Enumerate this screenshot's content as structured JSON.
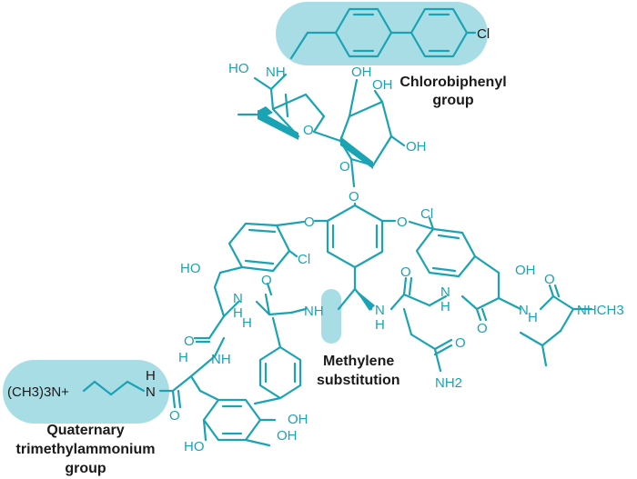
{
  "annotations": {
    "chlorobiphenyl_line1": "Chlorobiphenyl",
    "chlorobiphenyl_line2": "group",
    "methylene_line1": "Methylene",
    "methylene_line2": "substitution",
    "quaternary_line1": "Quaternary",
    "quaternary_line2": "trimethylammonium",
    "quaternary_line3": "group"
  },
  "atoms": {
    "cl": "Cl",
    "ho": "HO",
    "oh": "OH",
    "nh": "NH",
    "o": "O",
    "h": "H",
    "n": "N",
    "nhch3": "NHCH3",
    "nh2": "NH2",
    "quat": "(CH3)3N+"
  },
  "colors": {
    "structure": "#1aa3b5",
    "highlight": "#a9dde5",
    "label_text": "#1a1a1a"
  }
}
